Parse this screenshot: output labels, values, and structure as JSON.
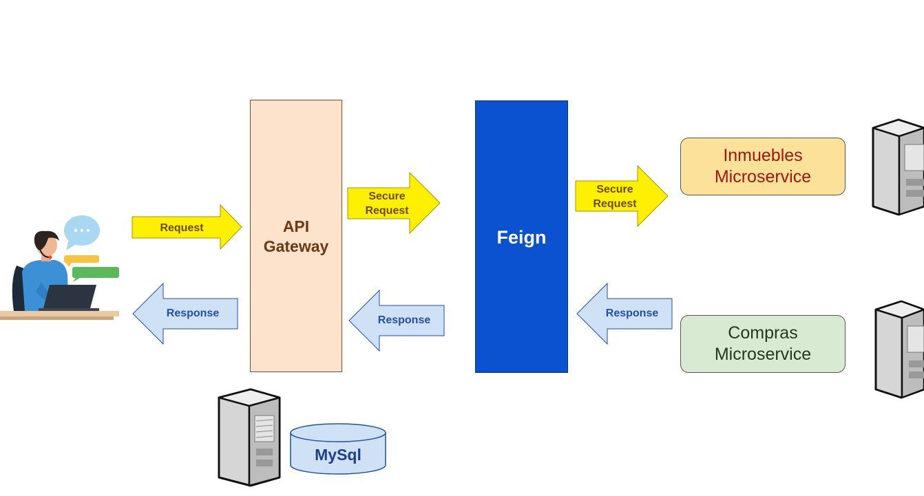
{
  "api_gateway": {
    "label": "API\nGateway"
  },
  "feign": {
    "label": "Feign"
  },
  "arrows": {
    "request": "Request",
    "secure_request_1": "Secure\nRequest",
    "secure_request_2": "Secure\nRequest",
    "response_1": "Response",
    "response_2": "Response",
    "response_3": "Response"
  },
  "services": {
    "inmuebles": "Inmuebles\nMicroservice",
    "compras": "Compras\nMicroservice"
  },
  "database": {
    "label": "MySql"
  },
  "colors": {
    "gateway_fill": "#fde3cc",
    "feign_fill": "#0b52d0",
    "request_arrow": "#fff000",
    "response_arrow": "#cfe2f5",
    "inmuebles_fill": "#fce298",
    "compras_fill": "#d9ead3"
  }
}
